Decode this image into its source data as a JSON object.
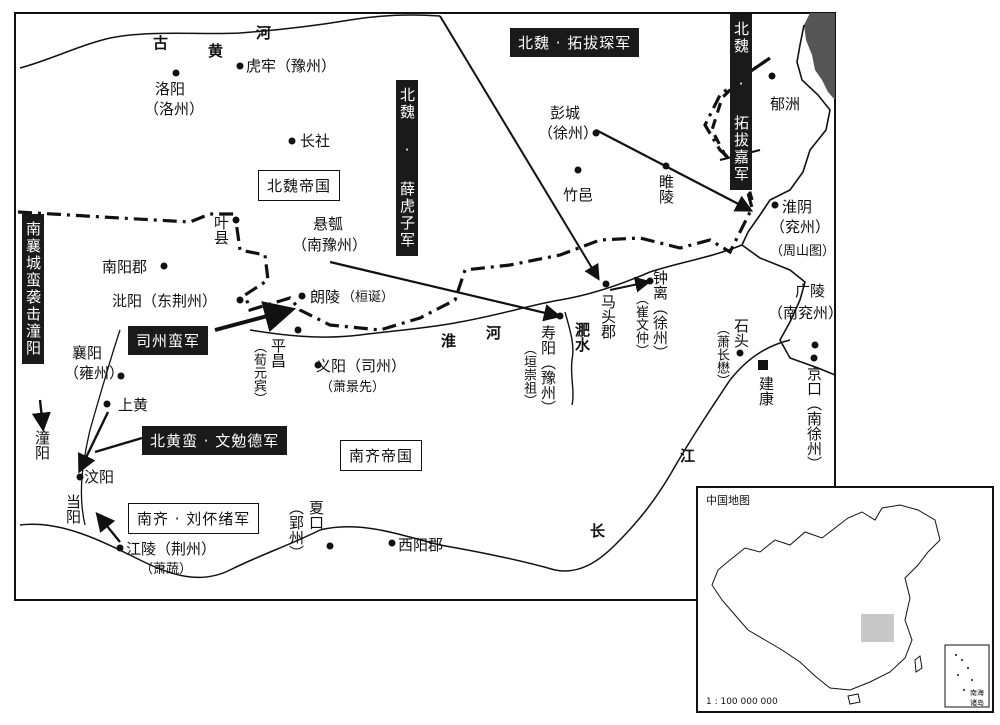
{
  "rivers": {
    "gu_huang_he": [
      "古",
      "黄",
      "河"
    ],
    "huai_he": [
      "淮",
      "河"
    ],
    "fei_shui": "淝水",
    "jiang": [
      "江",
      "长"
    ]
  },
  "regions": {
    "northern_wei": "北魏帝国",
    "southern_qi": "南齐帝国"
  },
  "places": {
    "luoyang": "洛阳",
    "luoyang_sub": "（洛州）",
    "hulao": "虎牢（豫州）",
    "changshe": "长社",
    "yexian": "叶县",
    "xuanhu": "悬瓠",
    "xuanhu_sub": "（南豫州）",
    "nanyang": "南阳郡",
    "biyang": "沘阳（东荆州）",
    "langling": "朗陵",
    "langling_note": "（桓诞）",
    "xiangyang": "襄阳",
    "xiangyang_sub": "（雍州）",
    "pingchang": "平昌",
    "pingchang_note": "（荀元宾）",
    "yiyang": "义阳（司州）",
    "yiyang_note": "（萧景先）",
    "shangdang": "上黄",
    "tongyang": "潼阳",
    "wenyang": "汶阳",
    "dangyang": "当阳",
    "jiangling": "江陵（荆州）",
    "jiangling_note": "（萧蔬）",
    "xiakou": "夏口",
    "xiakou_sub": "（郢州）",
    "xiyang": "西阳郡",
    "pengcheng": "彭城",
    "pengcheng_sub": "（徐州）",
    "zhuyi": "竹邑",
    "suiling": "睢陵",
    "yuzhou": "郁洲",
    "huaiyin": "淮阴",
    "huaiyin_sub": "（兖州）",
    "zhoushan": "（周山图）",
    "shouyang": "寿阳（豫州）",
    "shouyang_note": "（垣崇祖）",
    "matou": "马头郡",
    "zhongli": "钟离（徐州）",
    "zhongli_note": "（崔文仲）",
    "guangling": "广陵",
    "guangling_sub": "（南兖州）",
    "shitou": "石头",
    "shitou_note": "（萧长懋）",
    "jiankang": "建康",
    "jingkou": "京口（南徐州）"
  },
  "armies": {
    "tuoba_chen": "北魏 · 拓拔琛军",
    "tuoba_jia": "北魏 · 拓拔嘉军",
    "xue_huzi": "北魏 · 薛虎子军",
    "sizhou_man": "司州蛮军",
    "nanxiang_man": "南襄城蛮袭击潼阳",
    "beihuang_man": "北黄蛮 · 文勉德军",
    "liu_peixu": "南齐 · 刘伓绪军"
  },
  "inset": {
    "title": "中国地图",
    "scale": "1 : 100 000 000",
    "nanhai": "南海诸岛"
  },
  "colors": {
    "ink": "#111111",
    "sea": "#555555",
    "highlight": "#c8c8c8"
  }
}
